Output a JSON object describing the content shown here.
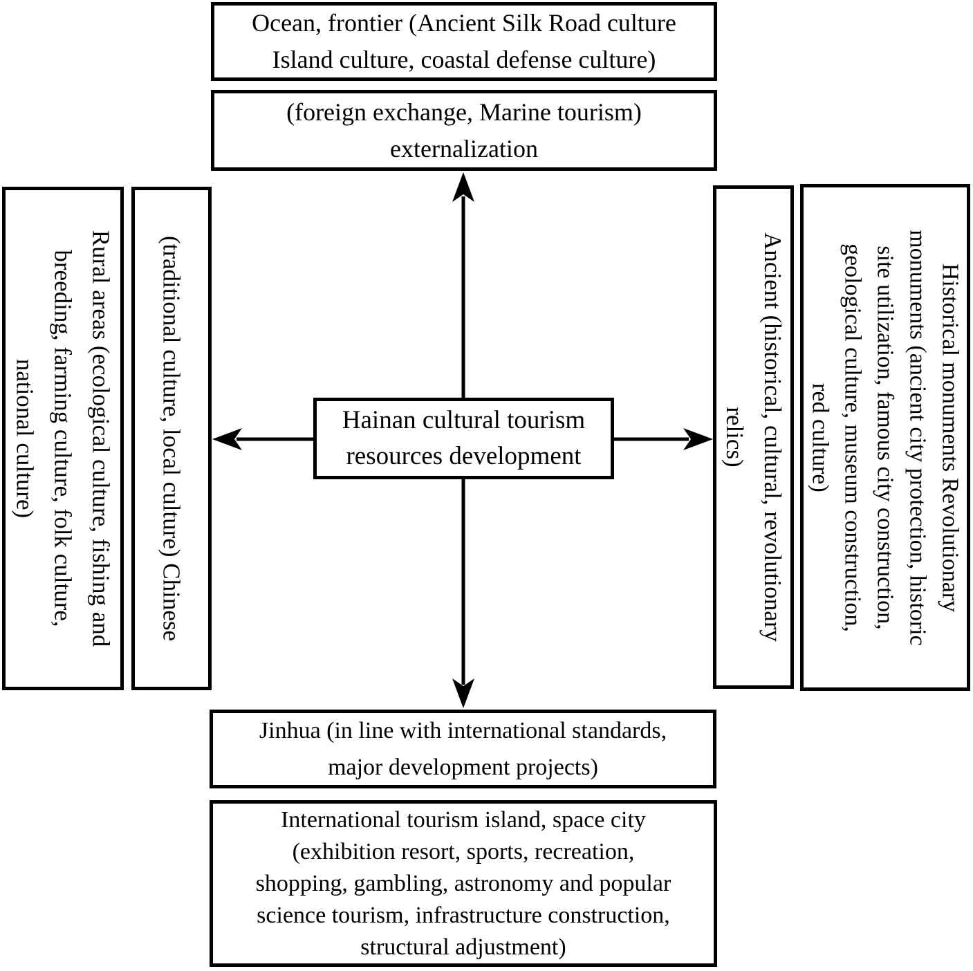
{
  "diagram": {
    "title": "Hainan cultural tourism resources development diagram",
    "center": {
      "text": "Hainan cultural tourism\nresources development"
    },
    "top_outer": {
      "text": "Ocean, frontier (Ancient Silk Road culture\nIsland culture, coastal defense culture)"
    },
    "top_inner": {
      "text": "(foreign exchange, Marine tourism)\nexternalization"
    },
    "left_outer": {
      "text": "Rural areas (ecological culture, fishing and\nbreeding, farming culture, folk culture,\nnational culture)"
    },
    "left_inner": {
      "text": "(traditional culture, local culture) Chinese"
    },
    "right_inner": {
      "text": "Ancient (historical, cultural, revolutionary\nrelics)"
    },
    "right_outer": {
      "text": "Historical monuments Revolutionary\nmonuments (ancient city protection, historic\nsite utilization, famous city construction,\ngeological culture, museum construction,\nred culture)"
    },
    "bottom_inner": {
      "text": "Jinhua (in line with international standards,\nmajor development projects)"
    },
    "bottom_outer": {
      "text": "International tourism island, space city\n(exhibition resort, sports, recreation,\nshopping, gambling, astronomy and popular\nscience tourism, infrastructure construction,\nstructural adjustment)"
    },
    "arrows": [
      "up",
      "down",
      "left",
      "right"
    ]
  },
  "colors": {
    "line": "#000000",
    "text": "#000000",
    "background": "#ffffff"
  }
}
